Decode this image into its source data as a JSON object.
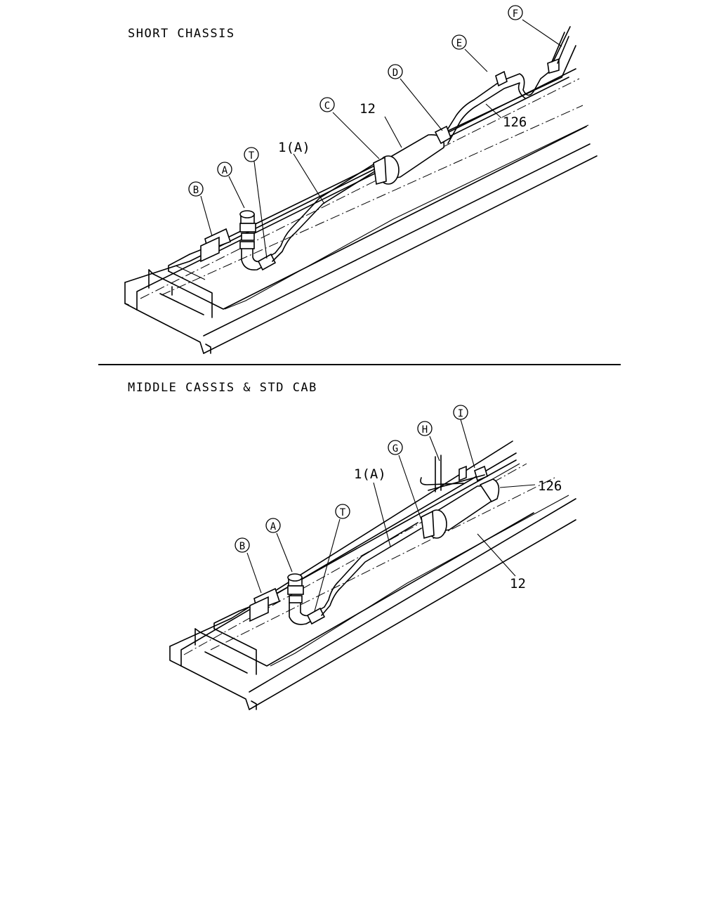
{
  "sections": [
    {
      "title": "SHORT CHASSIS",
      "callouts": [
        "A",
        "B",
        "C",
        "D",
        "E",
        "F",
        "T"
      ],
      "part_labels": [
        "1(A)",
        "12",
        "126"
      ]
    },
    {
      "title": "MIDDLE CASSIS & STD CAB",
      "callouts": [
        "A",
        "B",
        "G",
        "H",
        "I",
        "T"
      ],
      "part_labels": [
        "1(A)",
        "12",
        "126"
      ]
    }
  ]
}
